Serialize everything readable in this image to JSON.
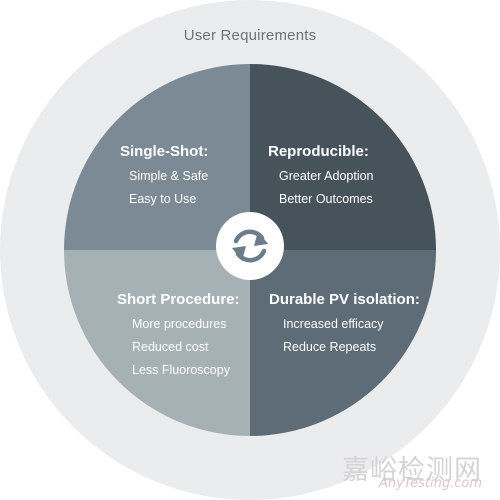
{
  "title": "User Requirements",
  "quadrants": [
    {
      "heading": "Single-Shot:",
      "items": [
        "Simple & Safe",
        "Easy to Use"
      ]
    },
    {
      "heading": "Reproducible:",
      "items": [
        "Greater Adoption",
        "Better Outcomes"
      ]
    },
    {
      "heading": "Short Procedure:",
      "items": [
        "More procedures",
        "Reduced cost",
        "Less Fluoroscopy"
      ]
    },
    {
      "heading": "Durable PV isolation:",
      "items": [
        "Increased efficacy",
        "Reduce Repeats"
      ]
    }
  ],
  "center_icon": "refresh-cycle-icon",
  "watermark": {
    "cn": "嘉峪检测网",
    "en": "AnyTesting.com"
  },
  "colors": {
    "outer_ring": "#ebeced",
    "top_left": "#7b8a94",
    "top_right": "#47535a",
    "bottom_left": "#a6b1b6",
    "bottom_right": "#5d6c76",
    "center_circle": "#ffffff",
    "icon": "#6b7d89"
  }
}
